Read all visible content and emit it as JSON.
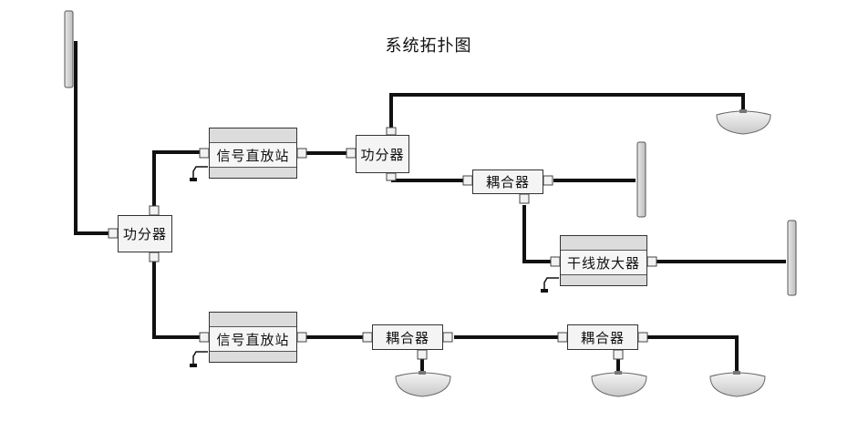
{
  "title": "系统拓扑图",
  "nodes": {
    "splitter_main": "功分器",
    "repeater_top": "信号直放站",
    "repeater_bottom": "信号直放站",
    "splitter_top": "功分器",
    "coupler_top": "耦合器",
    "trunk_amp": "干线放大器",
    "coupler_bottom_1": "耦合器",
    "coupler_bottom_2": "耦合器"
  },
  "colors": {
    "cable": "#111111",
    "box_border": "#333333",
    "device_fill": "#dcdcdc"
  }
}
